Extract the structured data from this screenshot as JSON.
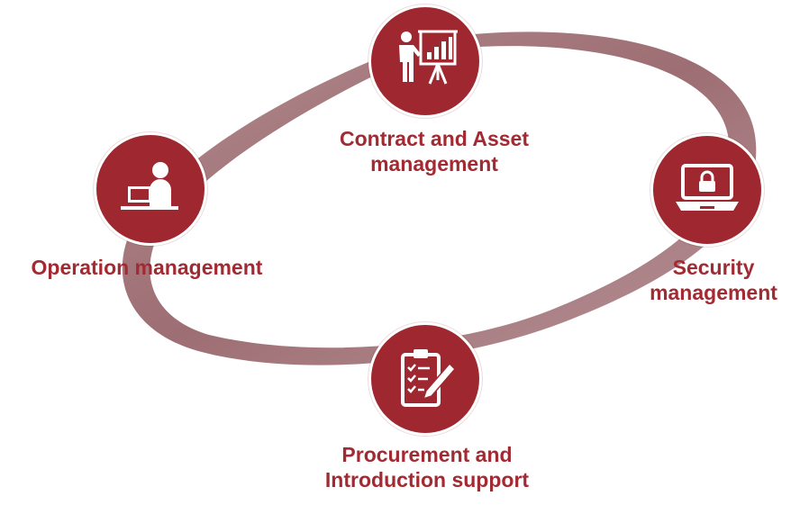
{
  "diagram": {
    "nodes": [
      {
        "id": "contract",
        "icon": "presentation-icon",
        "label_lines": [
          "Contract and Asset",
          "management"
        ]
      },
      {
        "id": "security",
        "icon": "laptop-lock-icon",
        "label_lines": [
          "Security",
          "management"
        ]
      },
      {
        "id": "procurement",
        "icon": "clipboard-checklist-icon",
        "label_lines": [
          "Procurement and",
          "Introduction support"
        ]
      },
      {
        "id": "operation",
        "icon": "person-at-computer-icon",
        "label_lines": [
          "Operation management"
        ]
      }
    ],
    "colors": {
      "accent": "#9f2830",
      "label": "#a22a32",
      "ring": "#a2787d"
    }
  }
}
